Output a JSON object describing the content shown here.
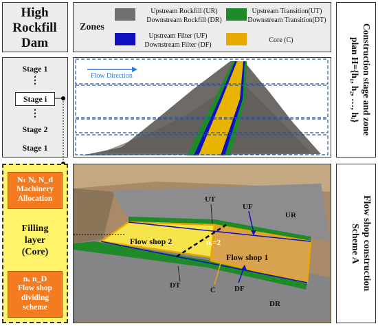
{
  "header": {
    "title_line1": "High",
    "title_line2": "Rockfill",
    "title_line3": "Dam",
    "zones_label": "Zones"
  },
  "legend": {
    "ur_dr_label": "Upstream Rockfill (UR)",
    "ur_dr_label2": "Downstream Rockfill (DR)",
    "ut_dt_label": "Upstream  Transition(UT)",
    "ut_dt_label2": "Downstream  Transition(DT)",
    "uf_df_label": "Upstream Filter (UF)",
    "uf_df_label2": "Downstream  Filter (DF)",
    "core_label": "Core (C)",
    "colors": {
      "rockfill": "#707070",
      "transition": "#1e8a2a",
      "filter": "#1010c0",
      "core": "#e8a800"
    }
  },
  "stages": {
    "s1_top": "Stage 1",
    "dots1": "⋮",
    "si": "Stage i",
    "dots2": "⋮",
    "s2": "Stage 2",
    "s1_bottom": "Stage 1"
  },
  "dam": {
    "flow_direction": "Flow Direction"
  },
  "right_labels": {
    "plan_line1": "Construction stage and zone",
    "plan_line2": "plan H={h₁, h₂, …, hᵢ}",
    "scheme_line1": "Flow shop construction",
    "scheme_line2": "Scheme A"
  },
  "left_panel": {
    "machinery_vars": "Nₜ Nᵣ N_d",
    "machinery_label1": "Machinery",
    "machinery_label2": "Allocation",
    "filling_label1": "Filling",
    "filling_label2": "layer",
    "filling_label3": "(Core)",
    "divide_vars": "nᵥ  n_D",
    "divide_label1": "Flow shop",
    "divide_label2": "dividing",
    "divide_label3": "scheme"
  },
  "site": {
    "ut": "UT",
    "uf": "UF",
    "ur": "UR",
    "flow_shop_2": "Flow shop 2",
    "flow_shop_1": "Flow shop 1",
    "nv": "nᵥ=2",
    "dt": "DT",
    "c": "C",
    "df": "DF",
    "dr": "DR"
  }
}
